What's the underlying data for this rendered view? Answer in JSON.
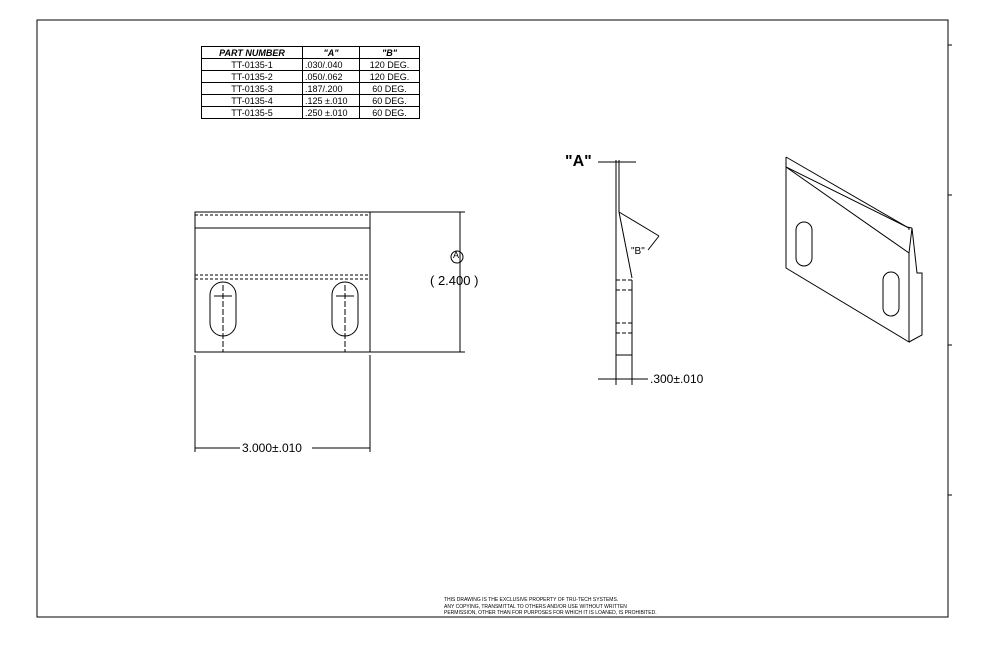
{
  "table": {
    "headers": [
      "PART NUMBER",
      "\"A\"",
      "\"B\""
    ],
    "rows": [
      [
        "TT-0135-1",
        ".030/.040",
        "120 DEG."
      ],
      [
        "TT-0135-2",
        ".050/.062",
        "120 DEG."
      ],
      [
        "TT-0135-3",
        ".187/.200",
        "60 DEG."
      ],
      [
        "TT-0135-4",
        ".125 ±.010",
        "60 DEG."
      ],
      [
        "TT-0135-5",
        ".250 ±.010",
        "60 DEG."
      ]
    ]
  },
  "dims": {
    "height": "( 2.400 )",
    "datum": "A",
    "width": "3.000±.010",
    "thickness": ".300±.010",
    "a_label": "\"A\"",
    "b_label": "\"B\""
  },
  "note": [
    "THIS DRAWING IS THE EXCLUSIVE PROPERTY OF TRU-TECH SYSTEMS.",
    "ANY COPYING, TRANSMITTAL TO OTHERS AND/OR USE WITHOUT WRITTEN",
    "PERMISSION, OTHER THAN FOR PURPOSES FOR WHICH IT IS LOANED, IS PROHIBITED."
  ]
}
